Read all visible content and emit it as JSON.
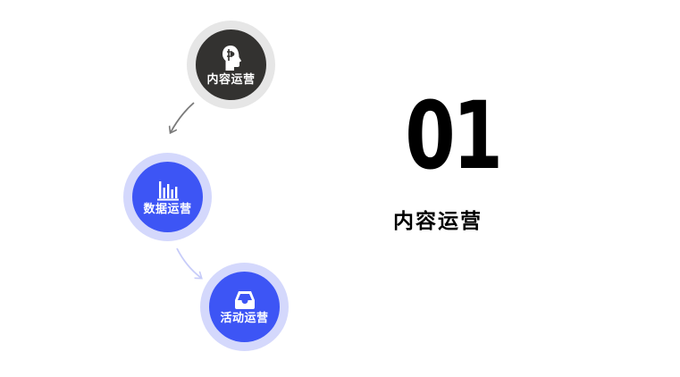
{
  "nodes": [
    {
      "label": "内容运营",
      "icon": "head-profile-icon",
      "color": "#333230",
      "ring_color": "#e6e6e6"
    },
    {
      "label": "数据运营",
      "icon": "bar-chart-icon",
      "color": "#3d55f5",
      "ring_color": "#d4d8fc"
    },
    {
      "label": "活动运营",
      "icon": "inbox-tray-icon",
      "color": "#3d55f5",
      "ring_color": "#d4d8fc"
    }
  ],
  "headline": {
    "number": "01",
    "title": "内容运营"
  }
}
